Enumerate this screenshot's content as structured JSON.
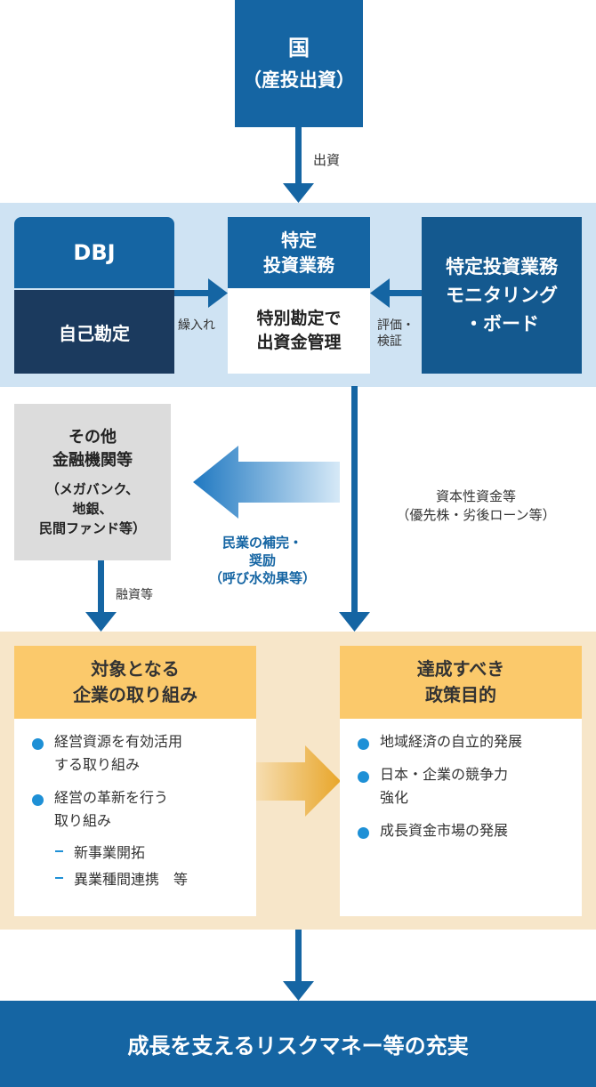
{
  "colors": {
    "navy": "#1b3a5e",
    "blue": "#1565a3",
    "blue_mid": "#1f6fa9",
    "blue_dark": "#14598f",
    "light_blue_band": "#cfe3f3",
    "gray_box": "#dcdcdc",
    "cream_band": "#f7e6c9",
    "gold_header": "#fbc96b",
    "bullet": "#1e90d6",
    "accent_text": "#1565a3"
  },
  "nodes": {
    "country": {
      "title": "国",
      "subtitle": "（産投出資）"
    },
    "dbj": {
      "title": "DBJ",
      "account": "自己勘定"
    },
    "special": {
      "title": "特定\n投資業務",
      "account": "特別勘定で\n出資金管理"
    },
    "board": {
      "title": "特定投資業務\nモニタリング\n・ボード"
    },
    "other_fi": {
      "title": "その他\n金融機関等",
      "detail": "（メガバンク、\n地銀、\n民間ファンド等）"
    },
    "companies": {
      "header": "対象となる\n企業の取り組み",
      "items": [
        {
          "text": "経営資源を有効活用\nする取り組み"
        },
        {
          "text": "経営の革新を行う\n取り組み"
        }
      ],
      "subitems": [
        "新事業開拓",
        "異業種間連携　等"
      ]
    },
    "policy": {
      "header": "達成すべき\n政策目的",
      "items": [
        {
          "text": "地域経済の自立的発展"
        },
        {
          "text": "日本・企業の競争力\n強化"
        },
        {
          "text": "成長資金市場の発展"
        }
      ]
    },
    "result": {
      "title": "成長を支えるリスクマネー等の充実"
    }
  },
  "edges": {
    "country_to_special": "出資",
    "dbj_to_special": "繰入れ",
    "board_to_special": "評価・\n検証",
    "special_to_companies": "資本性資金等\n（優先株・劣後ローン等）",
    "other_to_companies": "融資等",
    "crowding_in": "民業の補完・\n奨励\n（呼び水効果等）"
  }
}
